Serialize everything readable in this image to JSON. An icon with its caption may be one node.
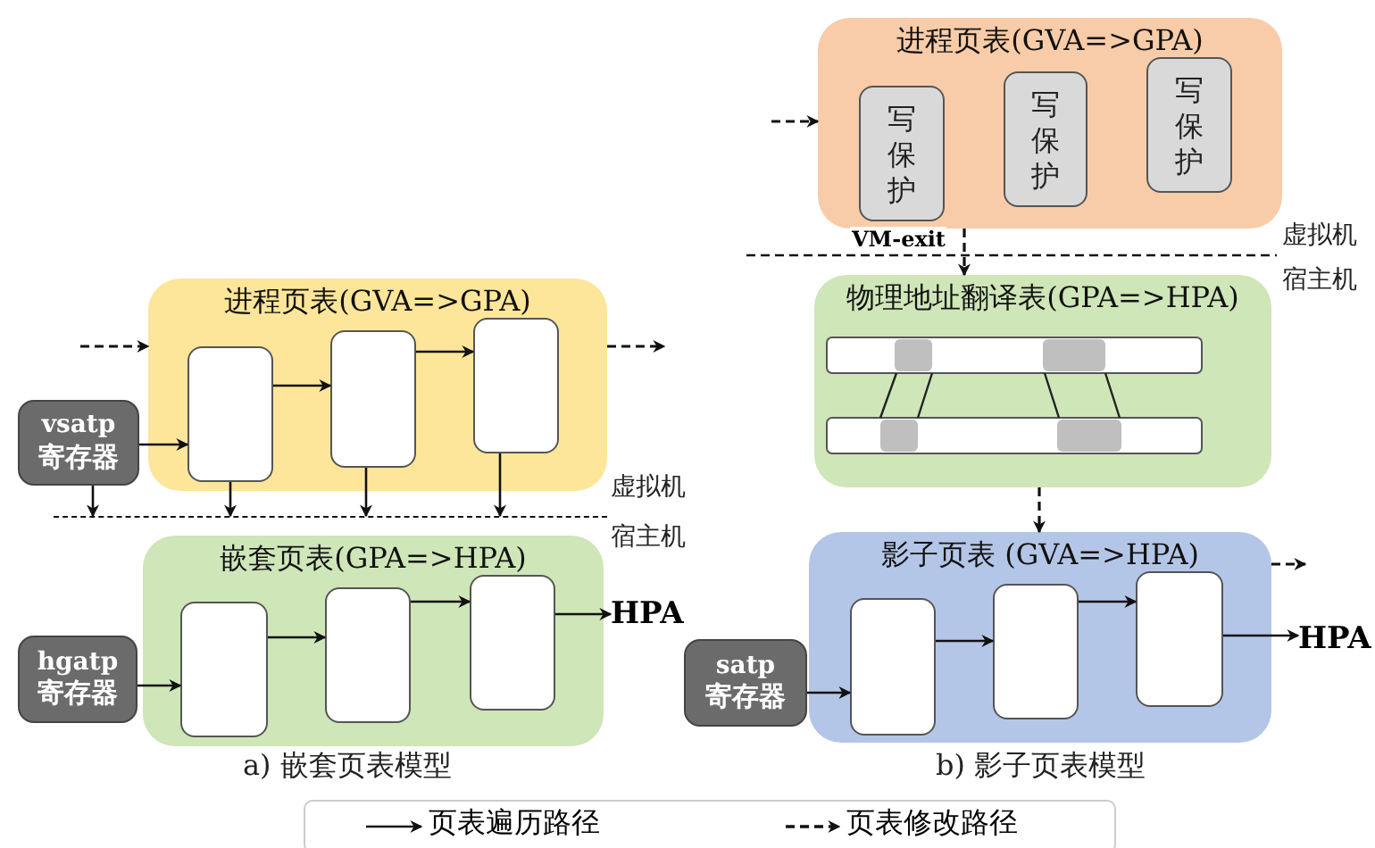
{
  "diagram": {
    "nodes": [
      {
        "text": [
          "进程页表(GVA=>GPA)"
        ]
      },
      {
        "text": [],
        "shape": "box",
        "in": 0
      },
      {
        "text": [],
        "shape": "box",
        "in": 0
      },
      {
        "text": [],
        "shape": "box",
        "in": 0
      },
      {
        "text": [
          "vsatp",
          "寄存器"
        ]
      },
      {
        "text": [
          "嵌套页表(GPA=>HPA)"
        ]
      },
      {
        "text": [],
        "shape": "box",
        "in": 5
      },
      {
        "text": [],
        "shape": "box",
        "in": 5
      },
      {
        "text": [],
        "shape": "box",
        "in": 5
      },
      {
        "text": [
          "hgatp",
          "寄存器"
        ]
      },
      {
        "text": [
          "HPA"
        ]
      },
      {
        "text": [
          "进程页表(GVA=>GPA)"
        ]
      },
      {
        "text": [
          "写保护"
        ],
        "in": 11
      },
      {
        "text": [
          "写保护"
        ],
        "in": 11
      },
      {
        "text": [
          "写保护"
        ],
        "in": 11
      },
      {
        "text": [
          "物理地址翻译表(GPA=>HPA)"
        ]
      },
      {
        "text": [
          "影子页表 (GVA=>HPA)"
        ]
      },
      {
        "text": [],
        "shape": "box",
        "in": 16
      },
      {
        "text": [],
        "shape": "box",
        "in": 16
      },
      {
        "text": [],
        "shape": "box",
        "in": 16
      },
      {
        "text": [
          "satp",
          "寄存器"
        ]
      },
      {
        "text": [
          "HPA"
        ]
      },
      {
        "text": [],
        "shape": "line"
      }
    ],
    "edges": [
      {
        "from": null,
        "to": 0,
        "arrow": "to",
        "style": "dashed"
      },
      {
        "from": 0,
        "to": null,
        "arrow": "to",
        "style": "dashed"
      },
      {
        "from": 4,
        "to": 1,
        "arrow": "to"
      },
      {
        "from": 1,
        "to": 2,
        "arrow": "to"
      },
      {
        "from": 2,
        "to": 3,
        "arrow": "to"
      },
      {
        "from": 4,
        "to": 22,
        "arrow": "to"
      },
      {
        "from": 1,
        "to": 22,
        "arrow": "to"
      },
      {
        "from": 2,
        "to": 22,
        "arrow": "to"
      },
      {
        "from": 3,
        "to": 22,
        "arrow": "to"
      },
      {
        "from": 9,
        "to": 6,
        "arrow": "to"
      },
      {
        "from": 6,
        "to": 7,
        "arrow": "to"
      },
      {
        "from": 7,
        "to": 8,
        "arrow": "to"
      },
      {
        "from": 8,
        "to": 10,
        "arrow": "to"
      },
      {
        "from": null,
        "to": 11,
        "arrow": "to",
        "style": "dashed"
      },
      {
        "from": 11,
        "to": 15,
        "arrow": "to",
        "style": "dashed",
        "label": "VM-exit"
      },
      {
        "from": 15,
        "to": 16,
        "arrow": "to",
        "style": "dashed"
      },
      {
        "from": 16,
        "to": null,
        "arrow": "to",
        "style": "dashed"
      },
      {
        "from": 20,
        "to": 17,
        "arrow": "to"
      },
      {
        "from": 17,
        "to": 18,
        "arrow": "to"
      },
      {
        "from": 18,
        "to": 19,
        "arrow": "to"
      },
      {
        "from": 19,
        "to": 21,
        "arrow": "to"
      }
    ],
    "labels": [
      "虚拟机",
      "宿主机",
      "虚拟机",
      "宿主机",
      "a) 嵌套页表模型",
      "b) 影子页表模型"
    ],
    "legend": [
      {
        "text": "页表遍历路径"
      },
      {
        "text": "页表修改路径"
      }
    ]
  }
}
